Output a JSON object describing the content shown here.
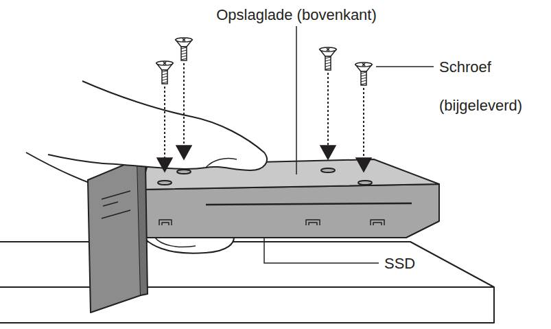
{
  "diagram": {
    "labels": [
      "Opslaglade (bovenkant)",
      "Schroef (bijgeleverd)",
      "SSD"
    ]
  }
}
